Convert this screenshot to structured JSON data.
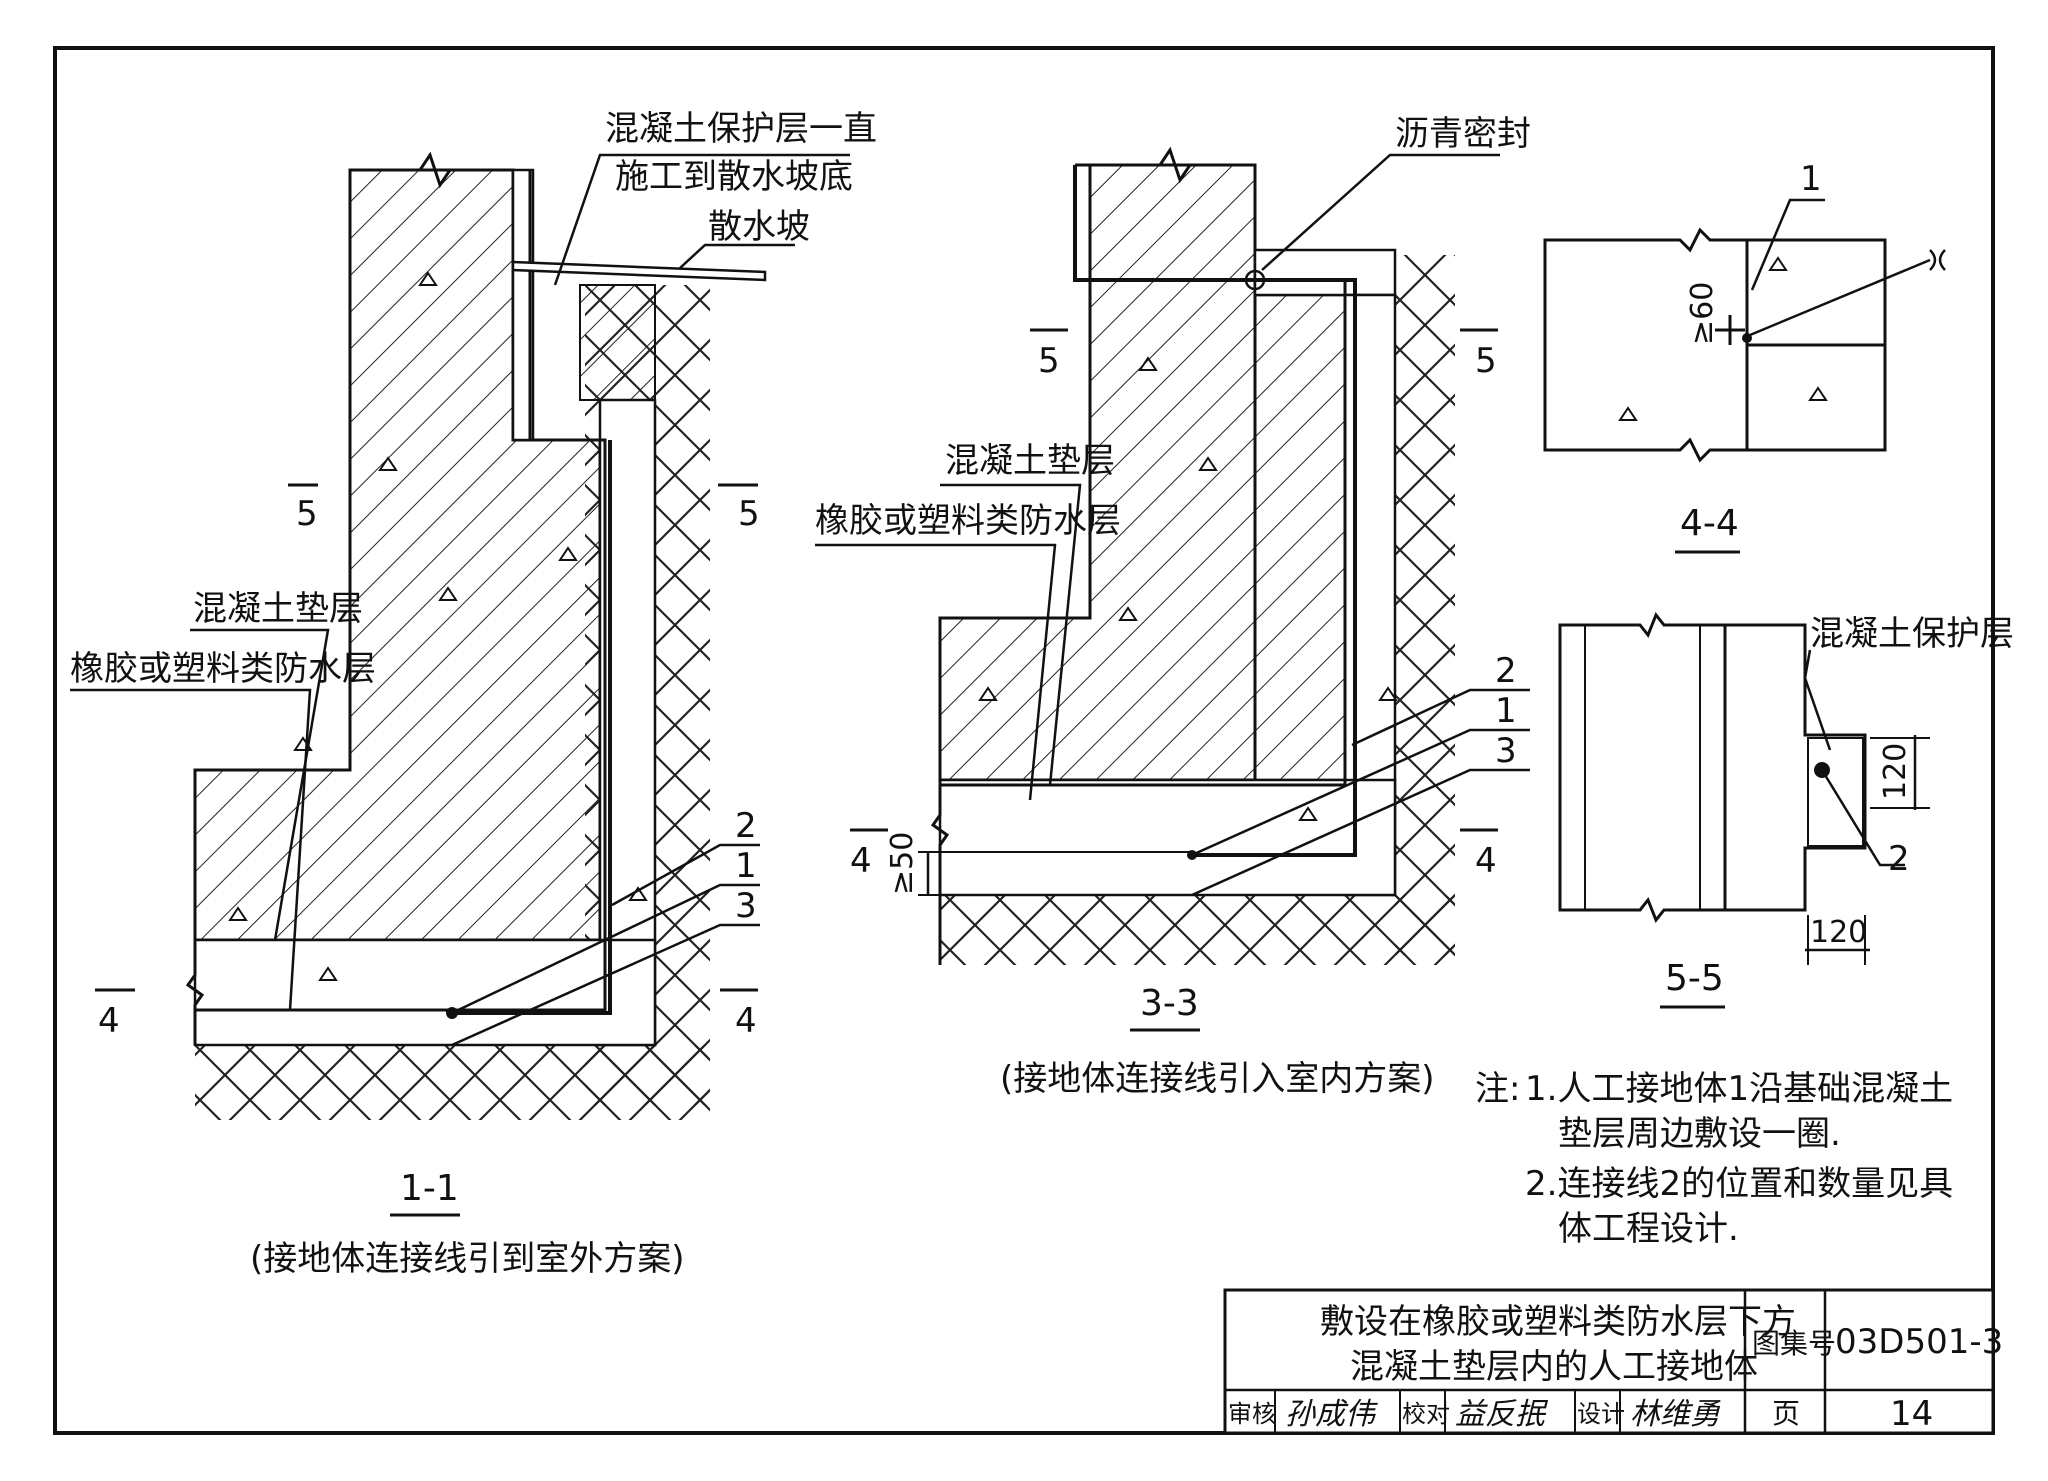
{
  "section_1_1": {
    "label_protect": [
      "混凝土保护层一直",
      "施工到散水坡底"
    ],
    "label_apron": "散水坡",
    "label_pad": "混凝土垫层",
    "label_membrane": "橡胶或塑料类防水层",
    "mark_5_left": "5",
    "mark_5_right": "5",
    "mark_4_left": "4",
    "mark_4_right": "4",
    "callout_2": "2",
    "callout_1": "1",
    "callout_3": "3",
    "title": "1-1",
    "caption": "(接地体连接线引到室外方案)"
  },
  "section_3_3": {
    "label_seal": "沥青密封",
    "label_pad": "混凝土垫层",
    "label_membrane": "橡胶或塑料类防水层",
    "mark_5_left": "5",
    "mark_5_right": "5",
    "mark_4_left": "4",
    "mark_4_right": "4",
    "dim_50": "≥50",
    "callout_2": "2",
    "callout_1": "1",
    "callout_3": "3",
    "title": "3-3",
    "caption": "(接地体连接线引入室内方案)"
  },
  "section_4_4": {
    "callout_1": "1",
    "dim_60": "≥60",
    "title": "4-4"
  },
  "section_5_5": {
    "label_protect": "混凝土保护层",
    "dim_120_v": "120",
    "dim_120_h": "120",
    "callout_2": "2",
    "title": "5-5"
  },
  "notes": {
    "prefix": "注:",
    "line1": "1.人工接地体1沿基础混凝土",
    "line1b": "垫层周边敷设一圈.",
    "line2": "2.连接线2的位置和数量见具",
    "line2b": "体工程设计."
  },
  "title_block": {
    "title_line1": "敷设在橡胶或塑料类防水层下方",
    "title_line2": "混凝土垫层内的人工接地体",
    "atlas_label": "图集号",
    "atlas_no": "03D501-3",
    "page_label": "页",
    "page_no": "14",
    "review_label": "审核",
    "review_sig": "孙成伟",
    "check_label": "校对",
    "check_sig": "益反抿",
    "design_label": "设计",
    "design_sig": "林维勇"
  }
}
